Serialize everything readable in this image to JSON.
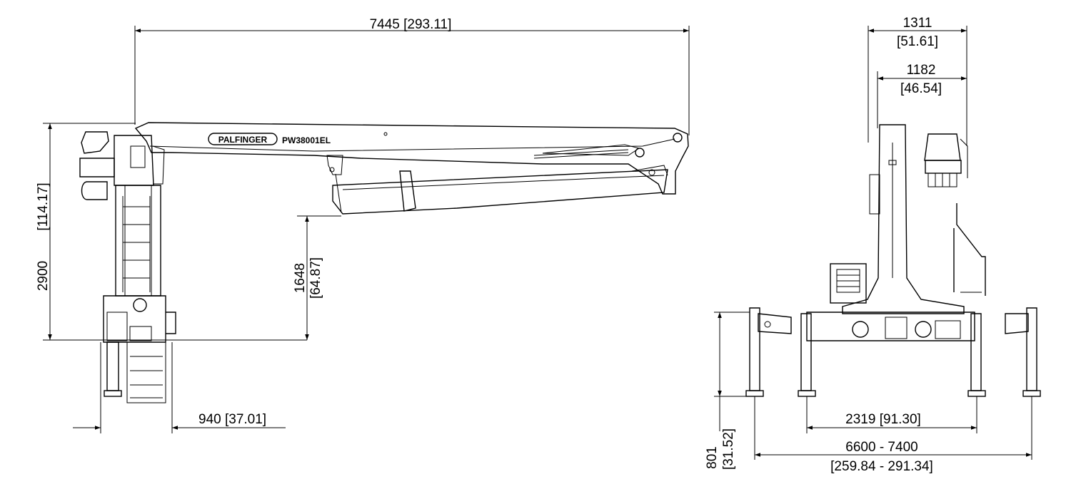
{
  "brand": "PALFINGER",
  "model": "PW38001EL",
  "side_view": {
    "reach": "7445  [293.11]",
    "height_mm": "2900",
    "height_in": "[114.17]",
    "boom_clearance_mm": "1648",
    "boom_clearance_in": "[64.87]",
    "base_width": "940  [37.01]"
  },
  "front_view": {
    "top_width": "1311",
    "top_width_in": "[51.61]",
    "inner_width": "1182",
    "inner_width_in": "[46.54]",
    "outrigger_inner": "2319  [91.30]",
    "outrigger_span_mm": "6600 - 7400",
    "outrigger_span_in": "[259.84 - 291.34]",
    "leg_height_mm": "801",
    "leg_height_in": "[31.52]"
  }
}
